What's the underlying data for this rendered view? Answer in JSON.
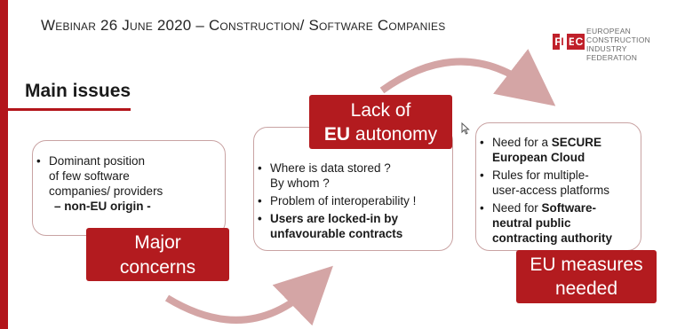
{
  "header": {
    "title": "Webinar 26 June 2020 – Construction/ Software Companies"
  },
  "logo": {
    "letters": [
      "F",
      "I",
      "E",
      "C"
    ],
    "lines": [
      "EUROPEAN",
      "CONSTRUCTION",
      "INDUSTRY FEDERATION"
    ]
  },
  "section": {
    "title": "Main issues"
  },
  "box1": {
    "line1": "Dominant position",
    "line2": "of few software",
    "line3": "companies/ providers",
    "line4": "– non-EU origin -"
  },
  "label1": {
    "line1": "Major",
    "line2": "concerns"
  },
  "label2": {
    "line1": "Lack of",
    "bold": "EU",
    "rest": " autonomy"
  },
  "box2": {
    "b1a": "Where is data stored ?",
    "b1b": "By whom ?",
    "b2": "Problem of interoperability !",
    "b3a": "Users are locked-in by",
    "b3b": "unfavourable contracts"
  },
  "box3": {
    "b1a_plain": "Need for a ",
    "b1a_bold": "SECURE",
    "b1b_bold": "European Cloud",
    "b2a": "Rules for multiple-",
    "b2b": "user-access platforms",
    "b3a_plain": "Need for ",
    "b3a_bold": "Software-",
    "b3b_bold": "neutral public",
    "b3c_bold": "contracting authority"
  },
  "label3": {
    "line1": "EU measures",
    "line2": "needed"
  },
  "colors": {
    "accent": "#b31b1f",
    "arrow": "#d4a5a5",
    "border": "#c9a3a3"
  }
}
